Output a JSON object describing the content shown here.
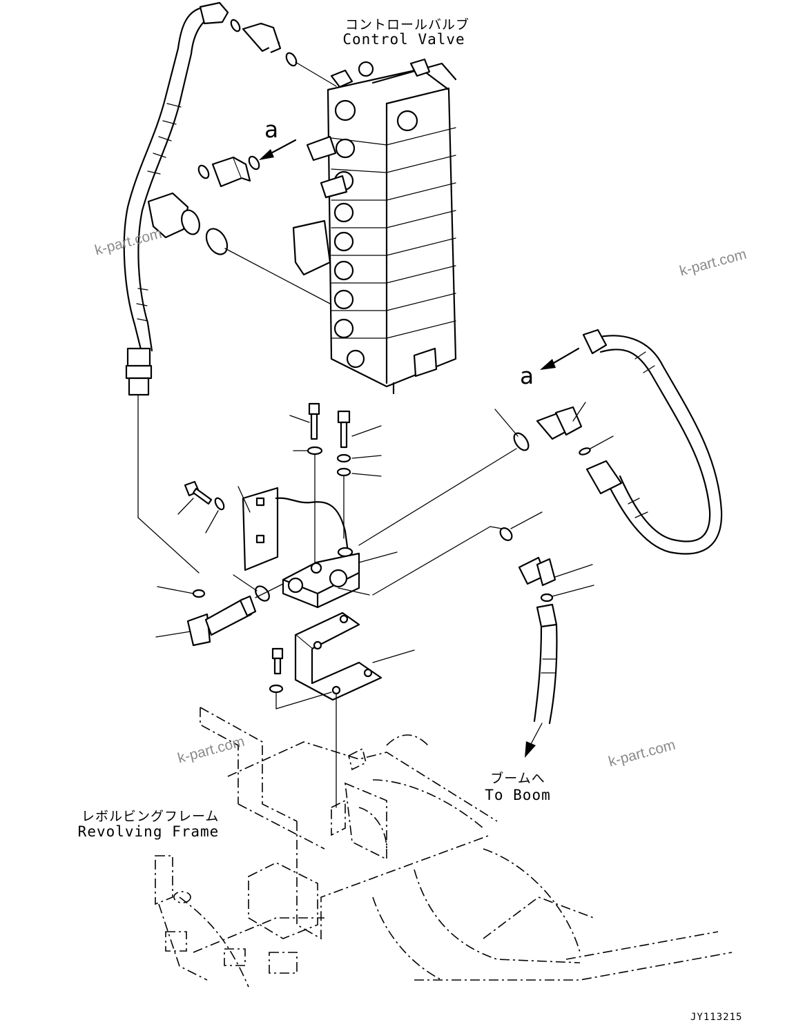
{
  "labels": {
    "control_valve_jp": "コントロールバルブ",
    "control_valve_en": "Control Valve",
    "to_boom_jp": "ブームへ",
    "to_boom_en": "To Boom",
    "revolving_frame_jp": "レボルビングフレーム",
    "revolving_frame_en": "Revolving Frame",
    "view_a_top": "a",
    "view_a_right": "a",
    "drawing_number": "JY113215"
  },
  "watermarks": [
    "k-part.com",
    "k-part.com",
    "k-part.com",
    "k-part.com"
  ]
}
